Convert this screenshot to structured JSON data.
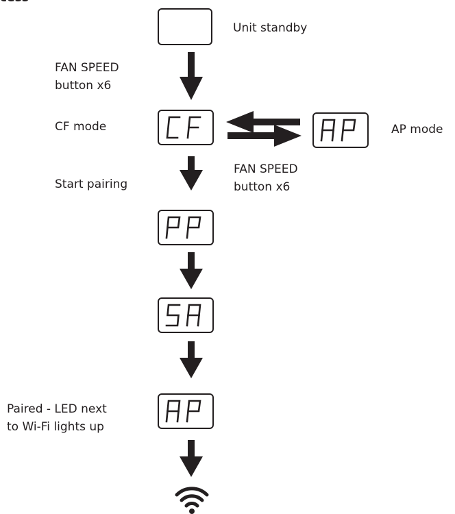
{
  "heading": "cess",
  "states": [
    {
      "id": "standby",
      "display": "",
      "label": "Unit standby"
    },
    {
      "id": "cf",
      "display": "CF",
      "label": "CF mode"
    },
    {
      "id": "ap_mode",
      "display": "AP",
      "label": "AP mode"
    },
    {
      "id": "pp",
      "display": "PP",
      "label": ""
    },
    {
      "id": "sa",
      "display": "SA",
      "label": ""
    },
    {
      "id": "ap_paired",
      "display": "AP",
      "label": "Paired - LED next\nto Wi-Fi lights up"
    }
  ],
  "steps": {
    "fan_speed_1": "FAN SPEED\nbutton x6",
    "fan_speed_2": "FAN SPEED\nbutton x6",
    "start_pairing": "Start pairing"
  },
  "icons": [
    "down-arrow-icon",
    "swap-arrows-icon",
    "wifi-icon"
  ],
  "colors": {
    "ink": "#231f20",
    "background": "#ffffff"
  }
}
